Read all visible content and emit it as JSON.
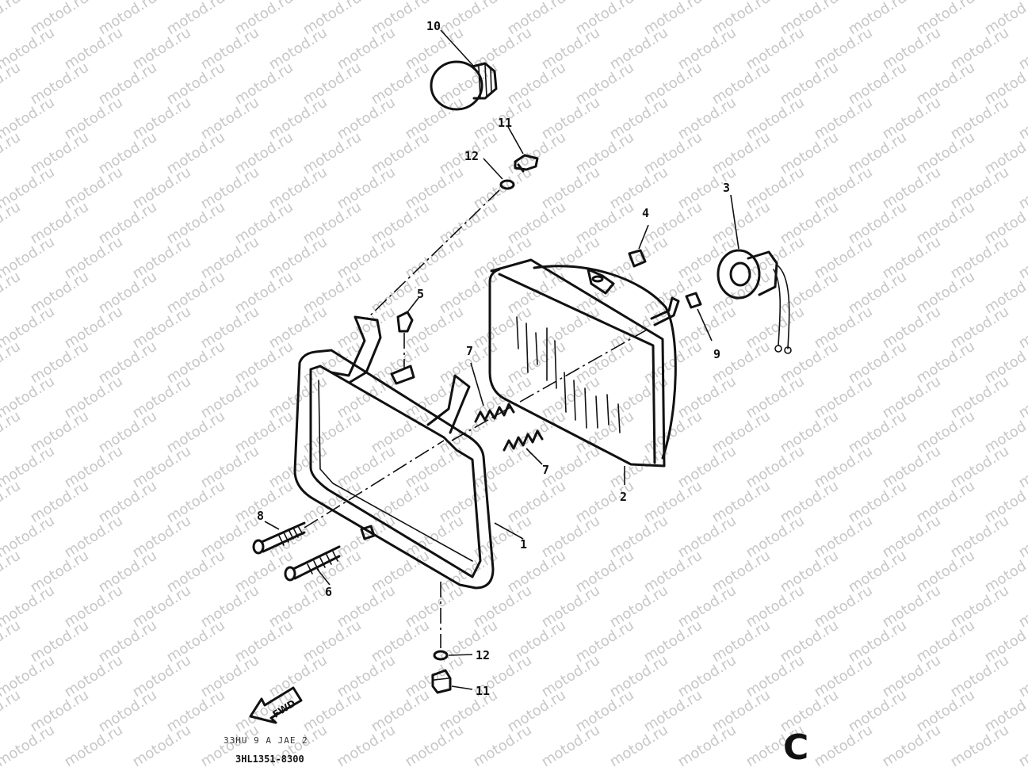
{
  "watermark": "motod.ru",
  "callouts": {
    "frame": "1",
    "reflector": "2",
    "socket_cord": "3",
    "bulb_cover": "4",
    "screw_top": "5",
    "adjust_screw_lower": "6",
    "spring_upper": "7",
    "spring_lower": "7",
    "adjust_screw_upper": "8",
    "clip": "9",
    "bulb": "10",
    "screw_top_right": "11",
    "screw_bottom": "11",
    "washer_top": "12",
    "washer_bottom": "12"
  },
  "fwd_label": "FWD",
  "diagram_code": "3HL1351-8300",
  "corner_mark": "C",
  "faint_code": "33HU  9 A  JAE 2"
}
